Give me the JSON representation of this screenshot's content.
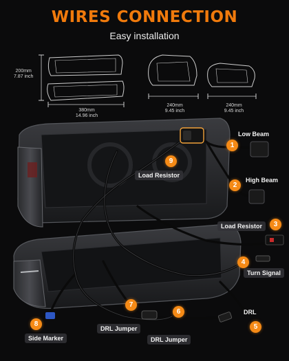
{
  "header": {
    "title": "WIRES CONNECTION",
    "subtitle": "Easy installation"
  },
  "dimensions": {
    "height": "200mm",
    "height_inch": "7.87 inch",
    "width": "380mm",
    "width_inch": "14.96 inch",
    "depth_a": "240mm",
    "depth_a_inch": "9.45 inch",
    "depth_b": "240mm",
    "depth_b_inch": "9.45 inch"
  },
  "callouts": [
    {
      "number": "1",
      "label": "Low Beam"
    },
    {
      "number": "2",
      "label": "High Beam"
    },
    {
      "number": "3",
      "label": "Load Resistor"
    },
    {
      "number": "4",
      "label": "Turn Signal"
    },
    {
      "number": "5",
      "label": "DRL"
    },
    {
      "number": "6",
      "label": "DRL Jumper"
    },
    {
      "number": "7",
      "label": "DRL Jumper"
    },
    {
      "number": "8",
      "label": "Side Marker"
    },
    {
      "number": "9",
      "label": "Load Resistor"
    }
  ],
  "colors": {
    "accent": "#f07a0c",
    "badge": "#f58a16",
    "background": "#0b0b0c"
  }
}
